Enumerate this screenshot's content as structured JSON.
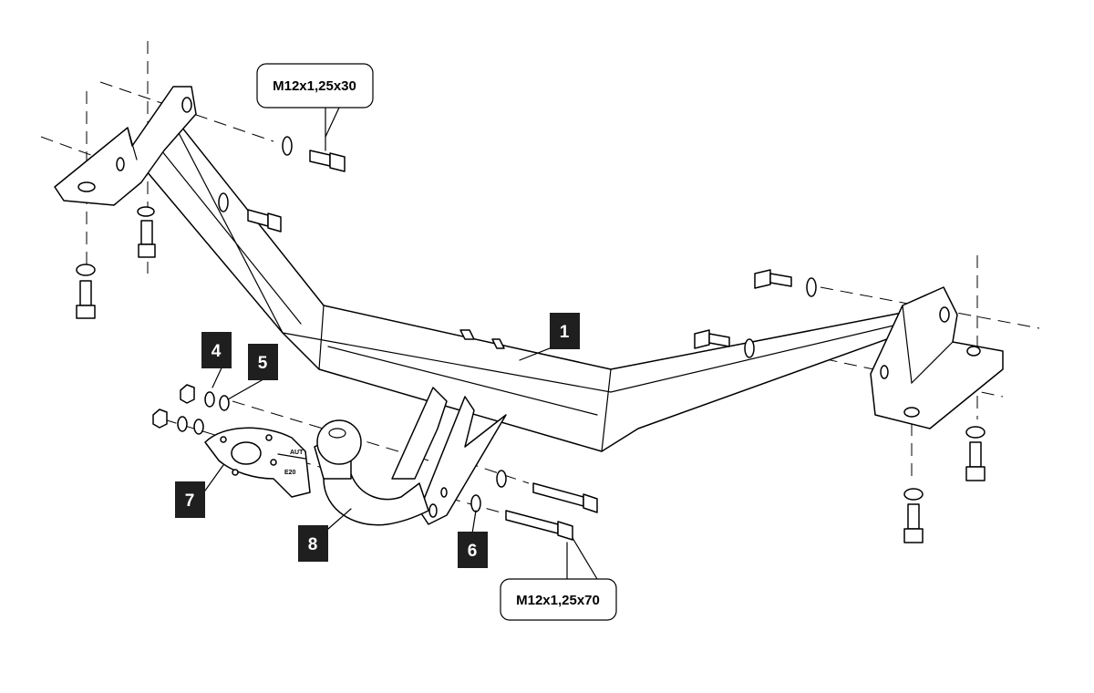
{
  "callouts": {
    "bolt_top": "M12x1,25x30",
    "bolt_bottom": "M12x1,25x70"
  },
  "part_numbers": {
    "p1": "1",
    "p4": "4",
    "p5": "5",
    "p6": "6",
    "p7": "7",
    "p8": "8"
  }
}
